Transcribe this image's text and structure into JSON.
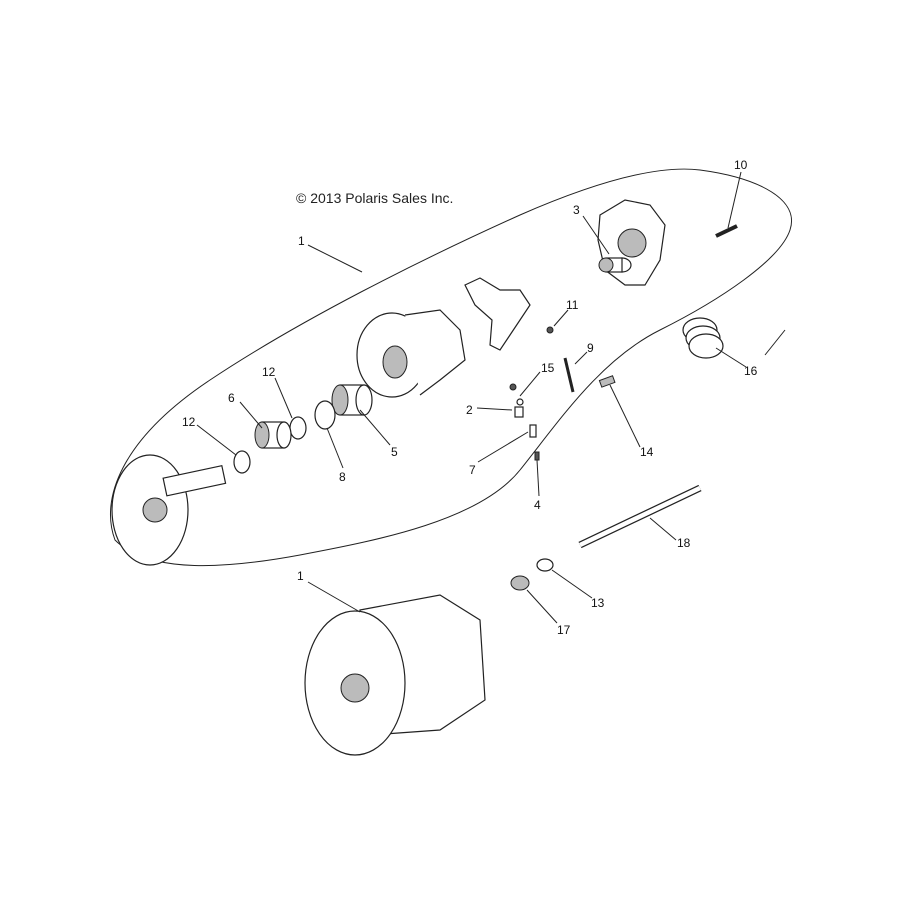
{
  "diagram": {
    "copyright": "© 2013 Polaris Sales Inc.",
    "callouts": [
      {
        "id": "callout-10",
        "label": "10"
      },
      {
        "id": "callout-3",
        "label": "3"
      },
      {
        "id": "callout-1-top",
        "label": "1"
      },
      {
        "id": "callout-11",
        "label": "11"
      },
      {
        "id": "callout-9",
        "label": "9"
      },
      {
        "id": "callout-16",
        "label": "16"
      },
      {
        "id": "callout-15",
        "label": "15"
      },
      {
        "id": "callout-12-upper",
        "label": "12"
      },
      {
        "id": "callout-6",
        "label": "6"
      },
      {
        "id": "callout-12-lower",
        "label": "12"
      },
      {
        "id": "callout-2",
        "label": "2"
      },
      {
        "id": "callout-5",
        "label": "5"
      },
      {
        "id": "callout-8",
        "label": "8"
      },
      {
        "id": "callout-7",
        "label": "7"
      },
      {
        "id": "callout-14",
        "label": "14"
      },
      {
        "id": "callout-4",
        "label": "4"
      },
      {
        "id": "callout-18",
        "label": "18"
      },
      {
        "id": "callout-1-bottom",
        "label": "1"
      },
      {
        "id": "callout-13",
        "label": "13"
      },
      {
        "id": "callout-17",
        "label": "17"
      }
    ]
  }
}
